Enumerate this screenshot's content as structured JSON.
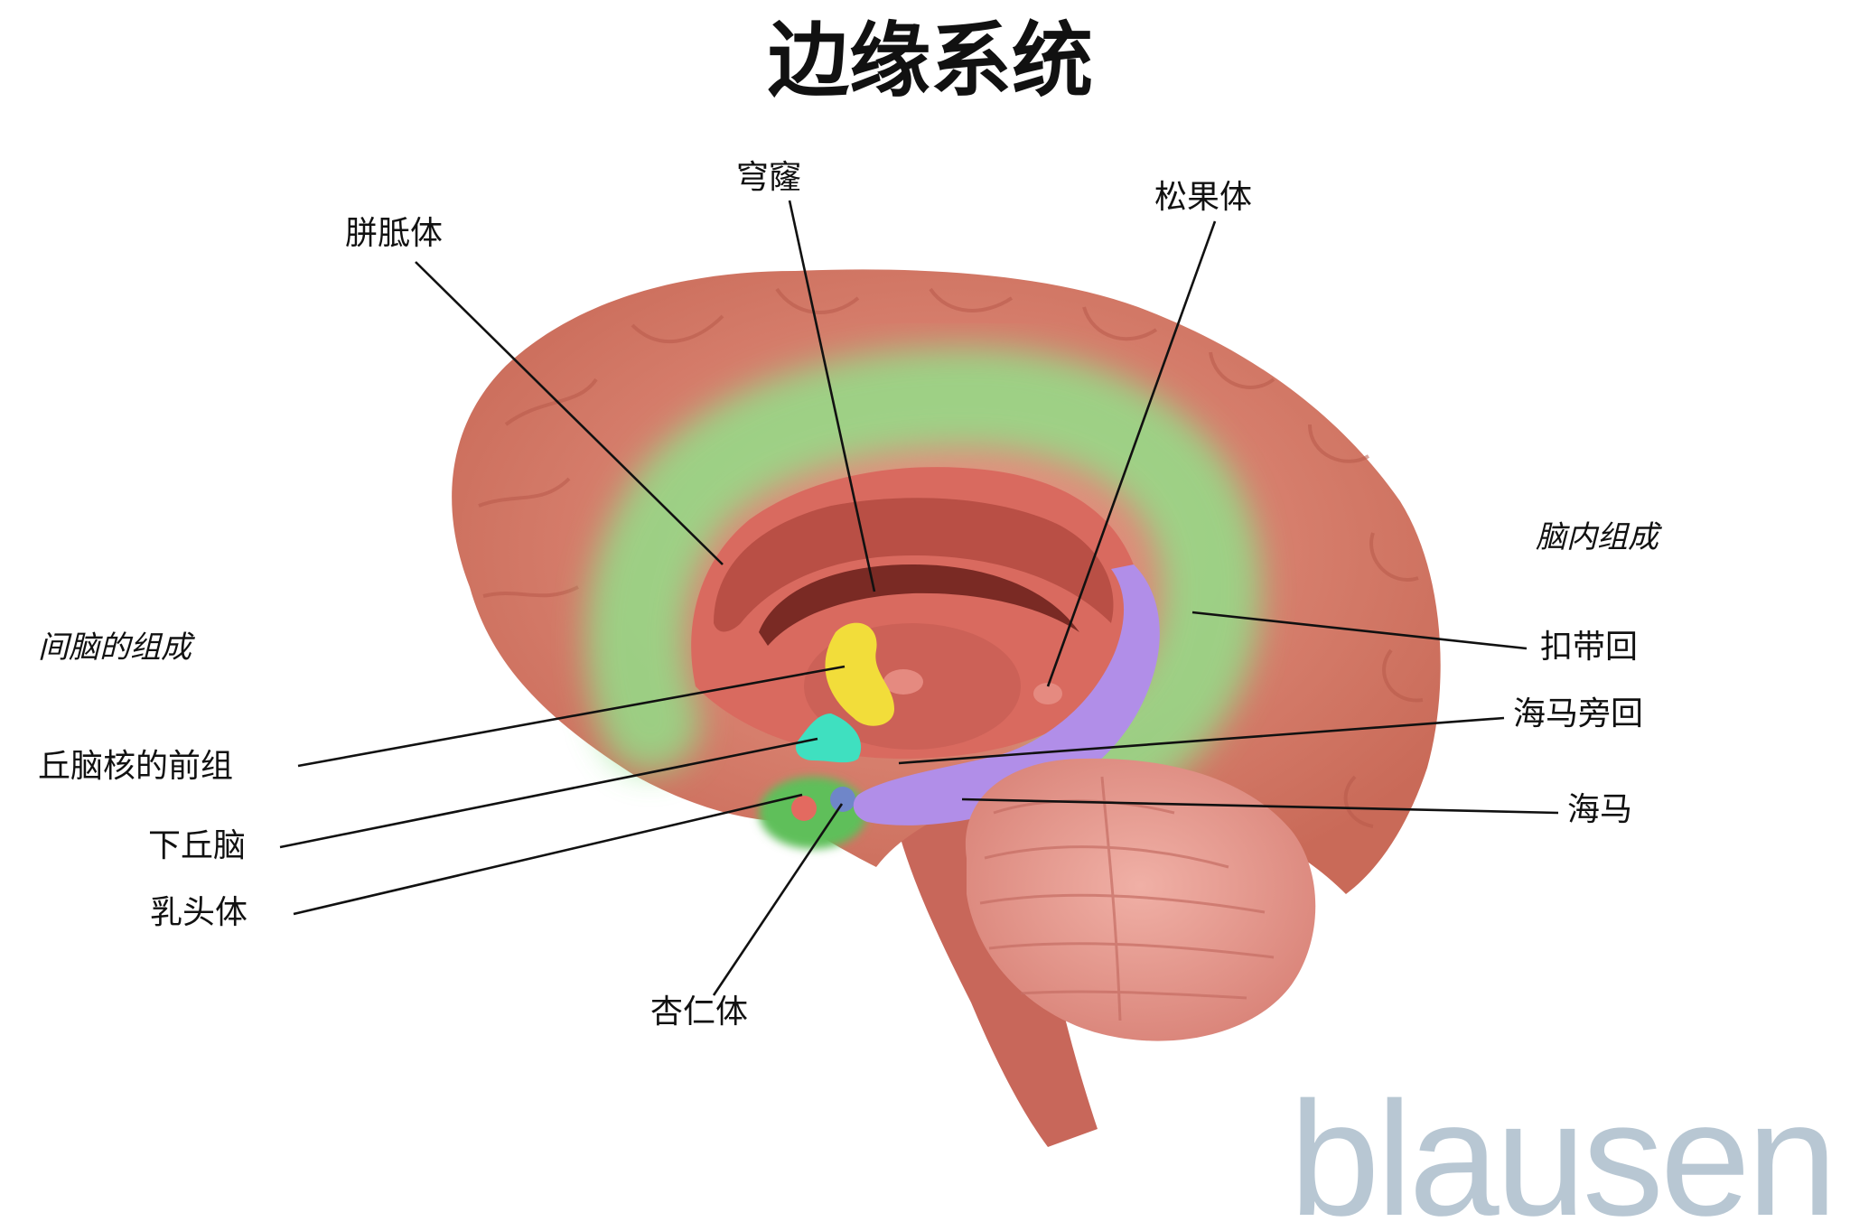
{
  "title": "边缘系统",
  "sections": {
    "diencephalon": "间脑的组成",
    "cerebrum": "脑内组成"
  },
  "labels": {
    "corpus_callosum": "胼胝体",
    "fornix": "穹窿",
    "pineal_body": "松果体",
    "anterior_thalamic_nuclei": "丘脑核的前组",
    "hypothalamus": "下丘脑",
    "mammillary_body": "乳头体",
    "amygdala": "杏仁体",
    "cingulate_gyrus": "扣带回",
    "parahippocampal_gyrus": "海马旁回",
    "hippocampus": "海马"
  },
  "logo": "blausen",
  "colors": {
    "cortex": "#d9806e",
    "limbic_band": "#8fe38a",
    "thalamic_nuclei": "#f2dd3a",
    "hypothalamus": "#3fe0c0",
    "hippocampus": "#b18ee8",
    "amygdala": "#6f86c9",
    "cerebellum": "#e69a90",
    "logo": "#b8c7d3"
  }
}
